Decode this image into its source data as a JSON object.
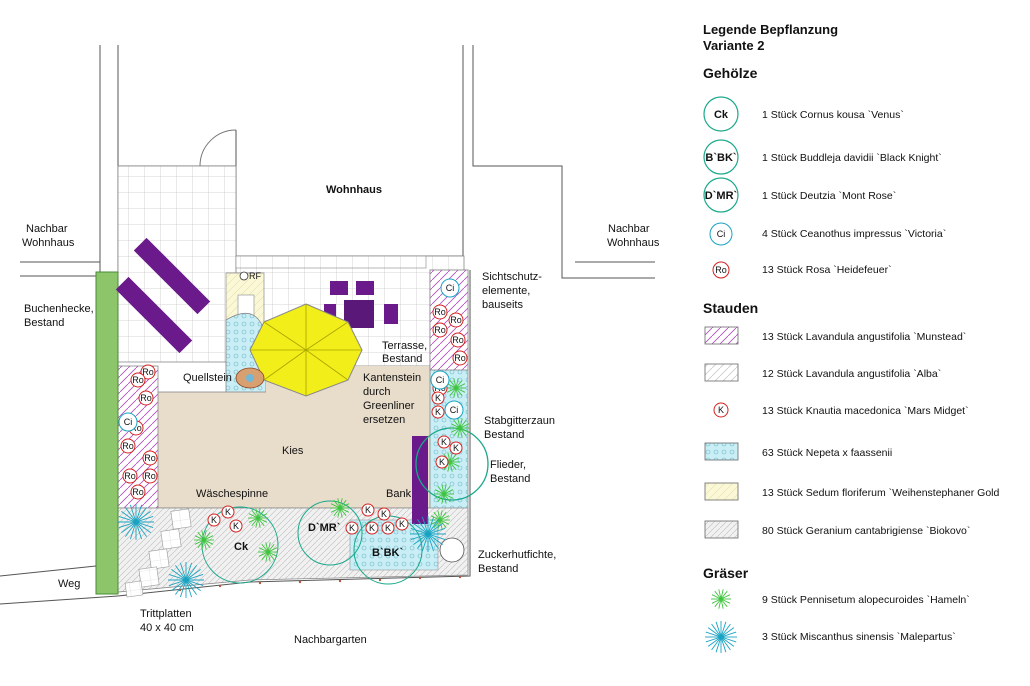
{
  "plan": {
    "labels": {
      "wohnhaus": "Wohnhaus",
      "nachbar_left_1": "Nachbar",
      "nachbar_left_2": "Wohnhaus",
      "nachbar_right_1": "Nachbar",
      "nachbar_right_2": "Wohnhaus",
      "buchenhecke_1": "Buchenhecke,",
      "buchenhecke_2": "Bestand",
      "sichtschutz_1": "Sichtschutz-",
      "sichtschutz_2": "elemente,",
      "sichtschutz_3": "bauseits",
      "terrasse_1": "Terrasse,",
      "terrasse_2": "Bestand",
      "quellstein": "Quellstein",
      "kantenstein_1": "Kantenstein",
      "kantenstein_2": "durch",
      "kantenstein_3": "Greenliner",
      "kantenstein_4": "ersetzen",
      "stabgitter_1": "Stabgitterzaun",
      "stabgitter_2": "Bestand",
      "flieder_1": "Flieder,",
      "flieder_2": "Bestand",
      "kies": "Kies",
      "waeschespinne": "Wäschespinne",
      "bank": "Bank",
      "zucker_1": "Zuckerhutfichte,",
      "zucker_2": "Bestand",
      "weg": "Weg",
      "tritt_1": "Trittplatten",
      "tritt_2": "40 x 40 cm",
      "nachbargarten": "Nachbargarten",
      "rf": "RF"
    },
    "symbols": {
      "ck": "Ck",
      "bbk": "B`BK`",
      "dmr": "D`MR`",
      "ci": "Ci",
      "ro": "Ro",
      "k": "K"
    }
  },
  "legend": {
    "title_1": "Legende Bepflanzung",
    "title_2": "Variante 2",
    "sections": {
      "gehoelze": "Gehölze",
      "stauden": "Stauden",
      "graeser": "Gräser"
    },
    "items": {
      "ck": "1 Stück Cornus kousa `Venus`",
      "bbk": "1 Stück Buddleja davidii `Black Knight`",
      "dmr": "1 Stück Deutzia `Mont Rose`",
      "ci": "4 Stück Ceanothus impressus `Victoria`",
      "ro": "13 Stück Rosa `Heidefeuer`",
      "lav_m": "13 Stück Lavandula angustifolia `Munstead`",
      "lav_a": "12 Stück Lavandula angustifolia `Alba`",
      "knautia": "13 Stück Knautia macedonica `Mars Midget`",
      "nepeta": "63 Stück Nepeta x faassenii",
      "sedum": "13 Stück Sedum floriferum `Weihenstephaner Gold",
      "geranium": "80 Stück Geranium cantabrigiense `Biokovo`",
      "pennisetum": "9 Stück Pennisetum alopecuroides `Hameln`",
      "miscanthus": "3 Stück Miscanthus sinensis `Malepartus`"
    }
  },
  "colors": {
    "purple": "#6a1a8a",
    "hedge": "#8cc56a",
    "umbrella": "#f2ee1a",
    "nepeta": "#c9eef5",
    "kies": "#e8dccb",
    "sedum": "#fbf8d8",
    "geranium": "#ececec",
    "teal": "#1aa88a",
    "rose_red": "#d62020",
    "grass_green": "#3ec43e",
    "miscanthus": "#19a3c2"
  }
}
